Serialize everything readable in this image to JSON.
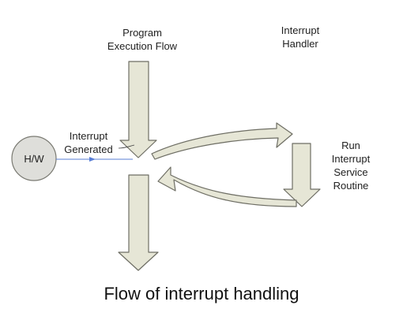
{
  "labels": {
    "program_flow": [
      "Program",
      "Execution Flow"
    ],
    "interrupt_handler": [
      "Interrupt",
      "Handler"
    ],
    "hw": "H/W",
    "interrupt_generated": [
      "Interrupt",
      "Generated"
    ],
    "run_isr": [
      "Run",
      "Interrupt",
      "Service",
      "Routine"
    ]
  },
  "caption": "Flow of interrupt handling",
  "colors": {
    "arrow_fill": "#e6e6d6",
    "arrow_stroke": "#6e6e64",
    "hw_circle_fill": "#dededa",
    "signal_line": "#5a7fd6",
    "text": "#222222"
  }
}
